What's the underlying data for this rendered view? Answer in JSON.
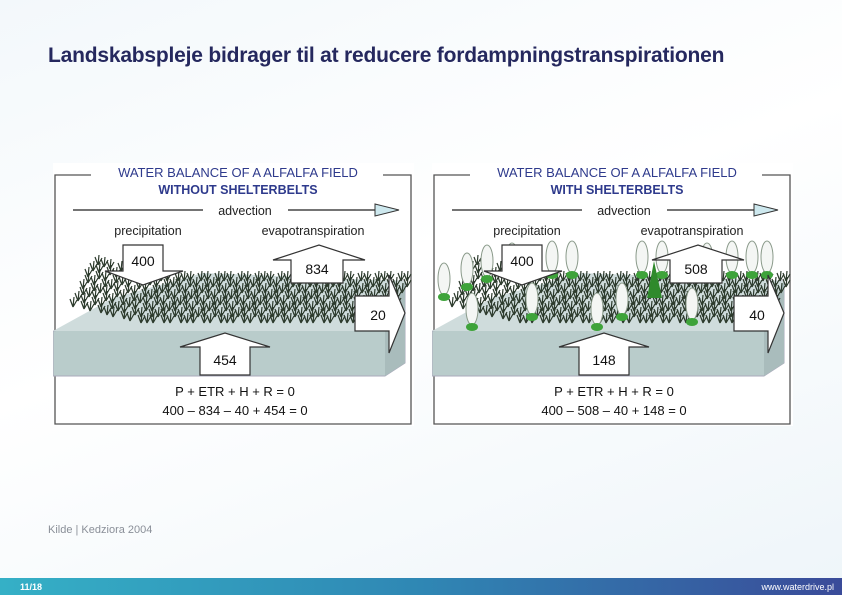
{
  "slide": {
    "title": "Landskabspleje bidrager til at reducere fordampningstranspirationen",
    "source": "Kilde | Kedziora 2004",
    "page": "11/18",
    "website": "www.waterdrive.pl"
  },
  "panels": [
    {
      "title_line1": "WATER BALANCE OF A ALFALFA FIELD",
      "title_line2": "WITHOUT SHELTERBELTS",
      "advection": "advection",
      "precipitation_label": "precipitation",
      "evapotranspiration_label": "evapotranspiration",
      "precipitation": "400",
      "evapotranspiration": "834",
      "runoff": "20",
      "groundwater": "454",
      "equation": "P + ETR + H + R = 0",
      "calculation": "400 – 834 – 40 + 454 = 0",
      "trees": false
    },
    {
      "title_line1": "WATER BALANCE OF A ALFALFA FIELD",
      "title_line2": "WITH SHELTERBELTS",
      "advection": "advection",
      "precipitation_label": "precipitation",
      "evapotranspiration_label": "evapotranspiration",
      "precipitation": "400",
      "evapotranspiration": "508",
      "runoff": "40",
      "groundwater": "148",
      "equation": "P + ETR + H + R = 0",
      "calculation": "400 – 508 – 40 + 148 = 0",
      "trees": true
    }
  ],
  "colors": {
    "title": "#25285e",
    "diagram_title": "#2e3a8c",
    "slab": "#b9cccb",
    "grass": "#2c3a2c",
    "footer_start": "#35b0c6",
    "footer_end": "#3a4b99"
  }
}
